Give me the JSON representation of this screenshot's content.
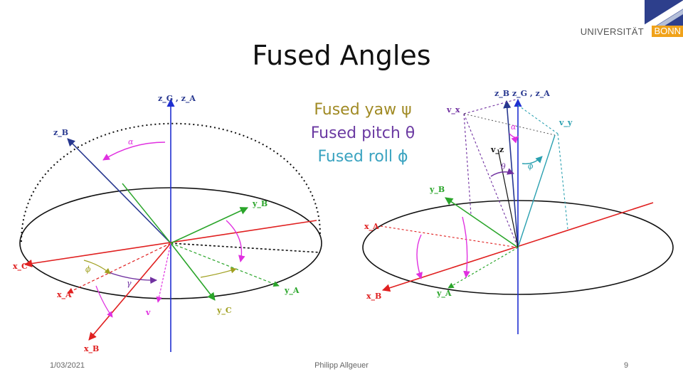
{
  "slide": {
    "title": "Fused Angles",
    "logo_text_main": "UNIVERSITÄT",
    "logo_text_accent": "BONN"
  },
  "legend": {
    "yaw": "Fused yaw ψ",
    "pitch": "Fused pitch θ",
    "roll": "Fused roll ϕ"
  },
  "footer": {
    "date": "1/03/2021",
    "author": "Philipp Allgeuer",
    "page": "9"
  },
  "left_figure": {
    "labels": {
      "zg_za": "z_G , z_A",
      "zb": "z_B",
      "alpha": "α",
      "yb": "y_B",
      "xc": "x_C",
      "phi": "ϕ",
      "gamma": "γ",
      "xa": "x_A",
      "ya": "y_A",
      "v": "v",
      "yc": "y_C",
      "xb": "x_B"
    }
  },
  "right_figure": {
    "labels": {
      "zb_zg_za": "z_B   z_G , z_A",
      "vx": "v_x",
      "vy": "v_y",
      "vz": "v_z",
      "alpha": "α",
      "theta": "θ",
      "phi": "ϕ",
      "yb": "y_B",
      "xa": "x_A",
      "xb": "x_B",
      "ya": "y_A"
    }
  },
  "colors": {
    "z_axis": "#1f2fd1",
    "x_axis": "#e02020",
    "y_axis": "#2aa52a",
    "b_axis": "#27378f",
    "alpha": "#e030e0",
    "gamma": "#7030a0",
    "phi": "#a0a020",
    "teal": "#2aa0b0",
    "title": "#111111"
  }
}
